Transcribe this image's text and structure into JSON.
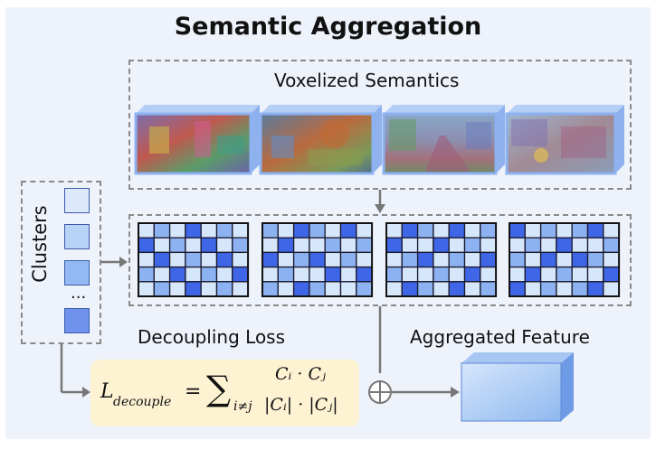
{
  "title": "Semantic Aggregation",
  "voxel_label": "Voxelized Semantics",
  "clusters_label": "Clusters",
  "clusters_ellipsis": "...",
  "decoupling_label": "Decoupling Loss",
  "aggregated_label": "Aggregated Feature",
  "formula": {
    "lhs": "L",
    "lhs_sub": "decouple",
    "equals": "=",
    "sum_sub": "i≠j",
    "numerator": "Cᵢ · Cⱼ",
    "denominator": "|Cᵢ| · |Cⱼ|"
  },
  "colors": {
    "panel_bg": "#eef2fb",
    "grid_dark": "#3f66e6",
    "grid_mid": "#8db2f2",
    "grid_light": "#d6e6fb",
    "formula_bg": "#fdf3d3",
    "dashed_border": "#8a8a8a",
    "arrow": "#777777"
  },
  "cluster_swatches": [
    "#dde9fb",
    "#b9d3f7",
    "#93b9f3",
    "#6f92ec"
  ],
  "grids": [
    [
      [
        0,
        1,
        0,
        2,
        0,
        1,
        0
      ],
      [
        2,
        0,
        1,
        0,
        2,
        0,
        1
      ],
      [
        0,
        2,
        0,
        1,
        0,
        2,
        0
      ],
      [
        1,
        0,
        2,
        0,
        1,
        0,
        2
      ],
      [
        0,
        1,
        0,
        2,
        0,
        1,
        0
      ]
    ],
    [
      [
        1,
        0,
        2,
        1,
        0,
        2,
        0
      ],
      [
        0,
        2,
        0,
        0,
        1,
        0,
        1
      ],
      [
        2,
        0,
        1,
        2,
        0,
        1,
        0
      ],
      [
        0,
        1,
        0,
        0,
        2,
        0,
        2
      ],
      [
        1,
        0,
        2,
        1,
        0,
        0,
        1
      ]
    ],
    [
      [
        0,
        2,
        1,
        0,
        2,
        0,
        1
      ],
      [
        2,
        0,
        0,
        2,
        0,
        1,
        0
      ],
      [
        0,
        1,
        2,
        0,
        1,
        0,
        2
      ],
      [
        1,
        0,
        0,
        1,
        0,
        2,
        0
      ],
      [
        0,
        2,
        1,
        0,
        2,
        0,
        1
      ]
    ],
    [
      [
        2,
        0,
        1,
        0,
        1,
        2,
        0
      ],
      [
        0,
        1,
        0,
        2,
        0,
        0,
        1
      ],
      [
        1,
        0,
        2,
        0,
        2,
        1,
        0
      ],
      [
        0,
        2,
        0,
        1,
        0,
        0,
        2
      ],
      [
        2,
        0,
        1,
        0,
        1,
        2,
        0
      ]
    ]
  ]
}
